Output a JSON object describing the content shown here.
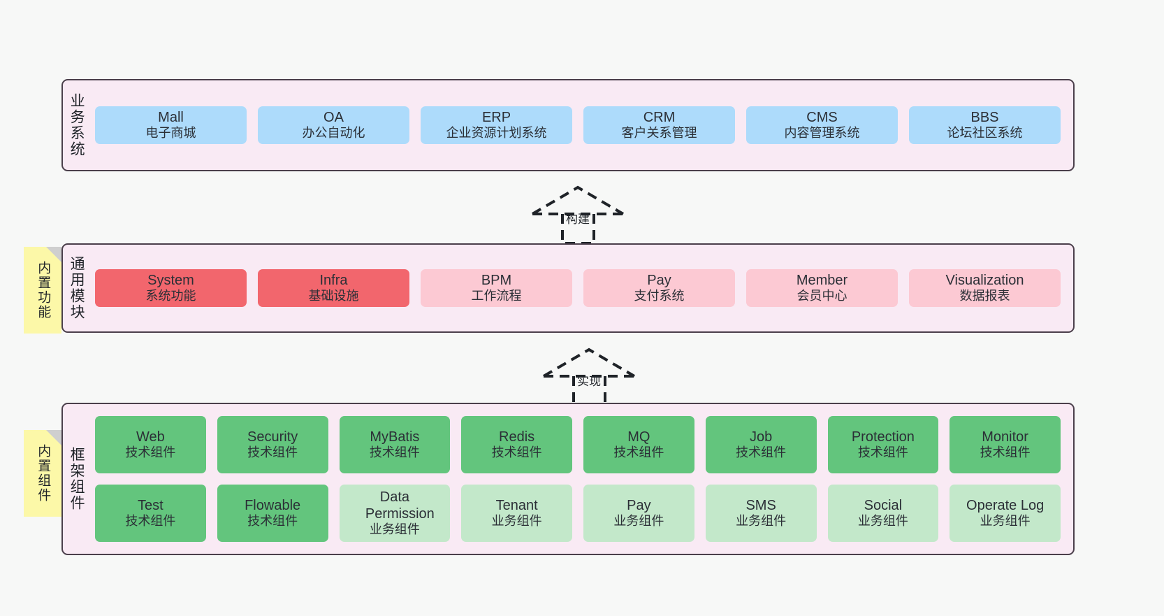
{
  "diagram": {
    "background_color": "#F7F8F7",
    "layer_fill": "#F9EAF4",
    "layer_border": "#4B3F4B",
    "note_fill": "#FCF8A8"
  },
  "layers": [
    {
      "id": "business-systems",
      "title": "业务系统",
      "color": "#ADDBFB",
      "rows": [
        {
          "cells": [
            {
              "name": "Mall",
              "desc": "电子商城"
            },
            {
              "name": "OA",
              "desc": "办公自动化"
            },
            {
              "name": "ERP",
              "desc": "企业资源计划系统"
            },
            {
              "name": "CRM",
              "desc": "客户关系管理"
            },
            {
              "name": "CMS",
              "desc": "内容管理系统"
            },
            {
              "name": "BBS",
              "desc": "论坛社区系统"
            }
          ]
        }
      ]
    },
    {
      "id": "common-modules",
      "title": "通用模块",
      "note": "内置功能",
      "colors": {
        "strong": "#F2666D",
        "soft": "#FCC9D3"
      },
      "rows": [
        {
          "cells": [
            {
              "name": "System",
              "desc": "系统功能",
              "variant": "strong"
            },
            {
              "name": "Infra",
              "desc": "基础设施",
              "variant": "strong"
            },
            {
              "name": "BPM",
              "desc": "工作流程",
              "variant": "soft"
            },
            {
              "name": "Pay",
              "desc": "支付系统",
              "variant": "soft"
            },
            {
              "name": "Member",
              "desc": "会员中心",
              "variant": "soft"
            },
            {
              "name": "Visualization",
              "desc": "数据报表",
              "variant": "soft"
            }
          ]
        }
      ]
    },
    {
      "id": "framework-components",
      "title": "框架组件",
      "note": "内置组件",
      "colors": {
        "strong": "#63C57D",
        "soft": "#C3E8CA"
      },
      "rows": [
        {
          "cells": [
            {
              "name": "Web",
              "desc": "技术组件",
              "variant": "strong"
            },
            {
              "name": "Security",
              "desc": "技术组件",
              "variant": "strong"
            },
            {
              "name": "MyBatis",
              "desc": "技术组件",
              "variant": "strong"
            },
            {
              "name": "Redis",
              "desc": "技术组件",
              "variant": "strong"
            },
            {
              "name": "MQ",
              "desc": "技术组件",
              "variant": "strong"
            },
            {
              "name": "Job",
              "desc": "技术组件",
              "variant": "strong"
            },
            {
              "name": "Protection",
              "desc": "技术组件",
              "variant": "strong"
            },
            {
              "name": "Monitor",
              "desc": "技术组件",
              "variant": "strong"
            }
          ]
        },
        {
          "cells": [
            {
              "name": "Test",
              "desc": "技术组件",
              "variant": "strong"
            },
            {
              "name": "Flowable",
              "desc": "技术组件",
              "variant": "strong"
            },
            {
              "name": "Data Permission",
              "desc": "业务组件",
              "variant": "soft"
            },
            {
              "name": "Tenant",
              "desc": "业务组件",
              "variant": "soft"
            },
            {
              "name": "Pay",
              "desc": "业务组件",
              "variant": "soft"
            },
            {
              "name": "SMS",
              "desc": "业务组件",
              "variant": "soft"
            },
            {
              "name": "Social",
              "desc": "业务组件",
              "variant": "soft"
            },
            {
              "name": "Operate Log",
              "desc": "业务组件",
              "variant": "soft"
            }
          ]
        }
      ]
    }
  ],
  "connectors": [
    {
      "id": "build",
      "label": "构建"
    },
    {
      "id": "implement",
      "label": "实现"
    }
  ]
}
